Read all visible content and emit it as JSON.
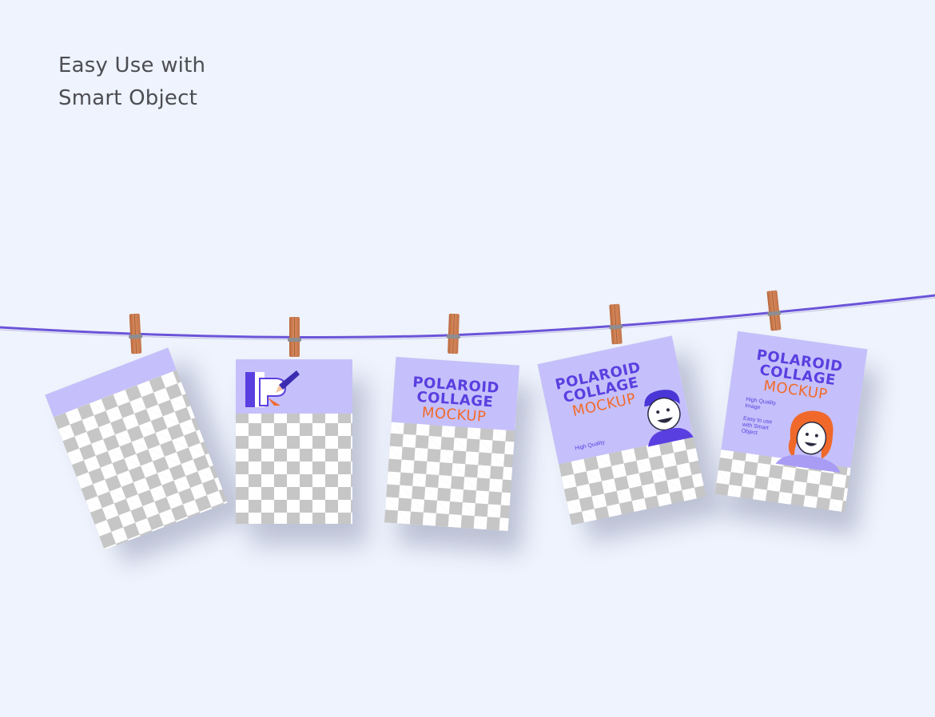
{
  "headline": {
    "line1": "Easy Use with",
    "line2": "Smart Object"
  },
  "colors": {
    "background": "#eef3fd",
    "rope": "#6b54d8",
    "card_header": "#c5c0fb",
    "title_purple": "#5a3fe0",
    "title_orange": "#f26a2a",
    "clothespin": "#c97b4f"
  },
  "cards": [
    {
      "title_line1": "",
      "title_line2": "",
      "title_line3": "",
      "note1": "",
      "note2": "",
      "illustration": "none"
    },
    {
      "title_line1": "",
      "title_line2": "",
      "title_line3": "",
      "note1": "",
      "note2": "",
      "illustration": "logo-pen-icon"
    },
    {
      "title_line1": "POLAROID",
      "title_line2": "COLLAGE",
      "title_line3": "MOCKUP",
      "note1": "",
      "note2": "",
      "illustration": "none"
    },
    {
      "title_line1": "POLAROID",
      "title_line2": "COLLAGE",
      "title_line3": "MOCKUP",
      "note1": "High Quality",
      "note2": "",
      "illustration": "man-character-icon"
    },
    {
      "title_line1": "POLAROID",
      "title_line2": "COLLAGE",
      "title_line3": "MOCKUP",
      "note1": "High Quality Image",
      "note2": "Easy to use with Smart Object",
      "illustration": "woman-character-icon"
    }
  ]
}
